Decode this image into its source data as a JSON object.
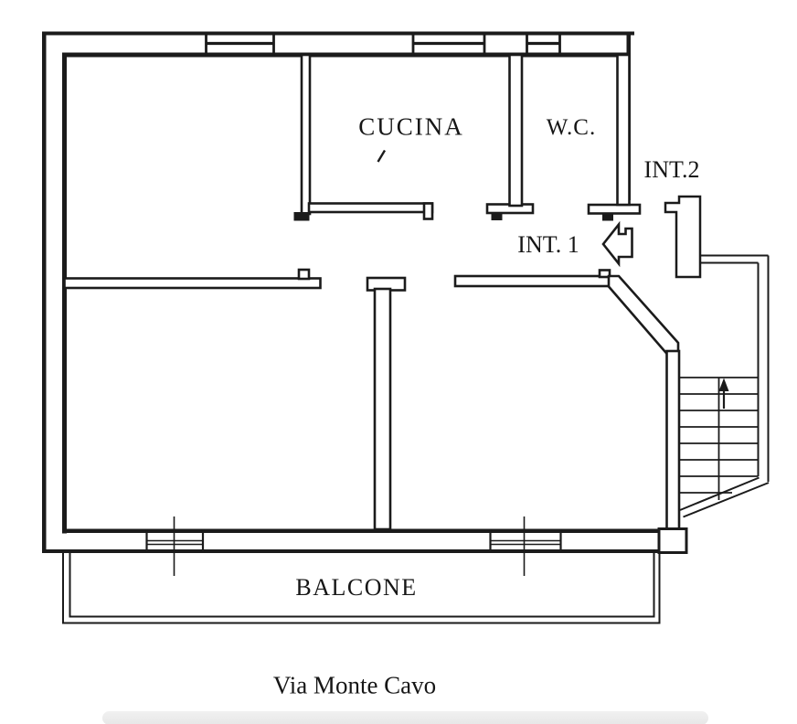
{
  "page": {
    "background": "#ffffff",
    "ink": "#1b1b1b",
    "scrollbar_color": "#ececec"
  },
  "plan": {
    "type": "apartment-floor-plan",
    "rooms": [
      {
        "id": "cucina",
        "label": "CUCINA"
      },
      {
        "id": "wc",
        "label": "W.C."
      }
    ],
    "entrances": [
      {
        "id": "int1",
        "label": "INT. 1"
      },
      {
        "id": "int2",
        "label": "INT.2"
      }
    ],
    "balcony": {
      "label": "BALCONE"
    },
    "street": {
      "label": "Via Monte Cavo"
    },
    "features": {
      "windows": 3,
      "french_doors": 2,
      "stairs": {
        "steps": 8,
        "direction": "up"
      },
      "icons": [
        "entry-arrow-icon",
        "stairs-up-arrow-icon"
      ]
    }
  }
}
